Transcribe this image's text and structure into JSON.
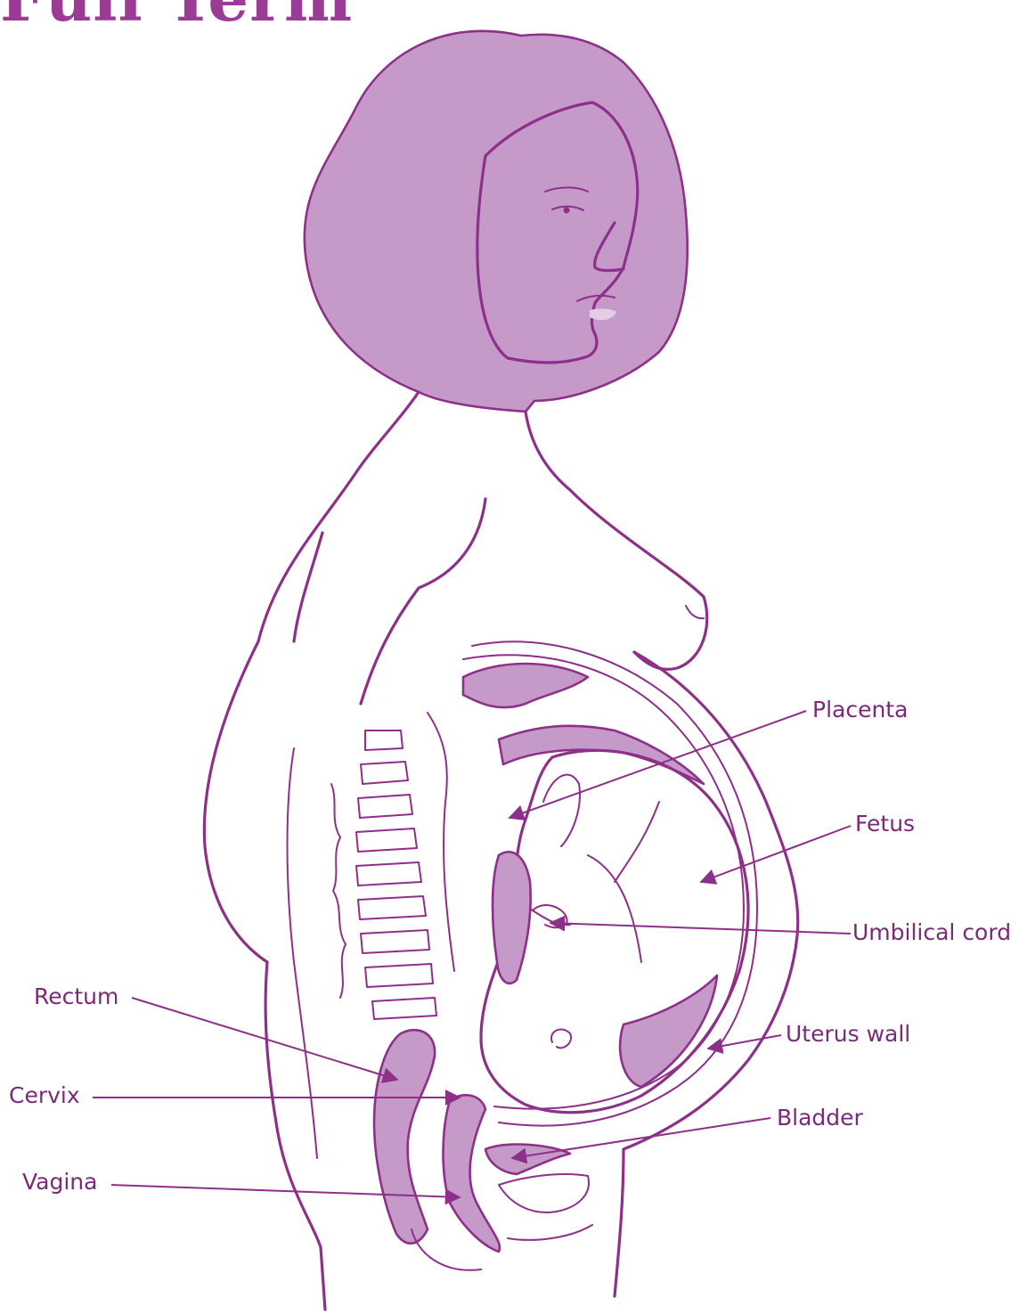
{
  "title": "Full Term",
  "colors": {
    "accent": "#9b3b95",
    "outline": "#8e2f8a",
    "fill": "#c59ac9",
    "label_text": "#7a2a78"
  },
  "labels": {
    "placenta": "Placenta",
    "fetus": "Fetus",
    "umbilical_cord": "Umbilical cord",
    "uterus_wall": "Uterus wall",
    "bladder": "Bladder",
    "rectum": "Rectum",
    "cervix": "Cervix",
    "vagina": "Vagina"
  }
}
